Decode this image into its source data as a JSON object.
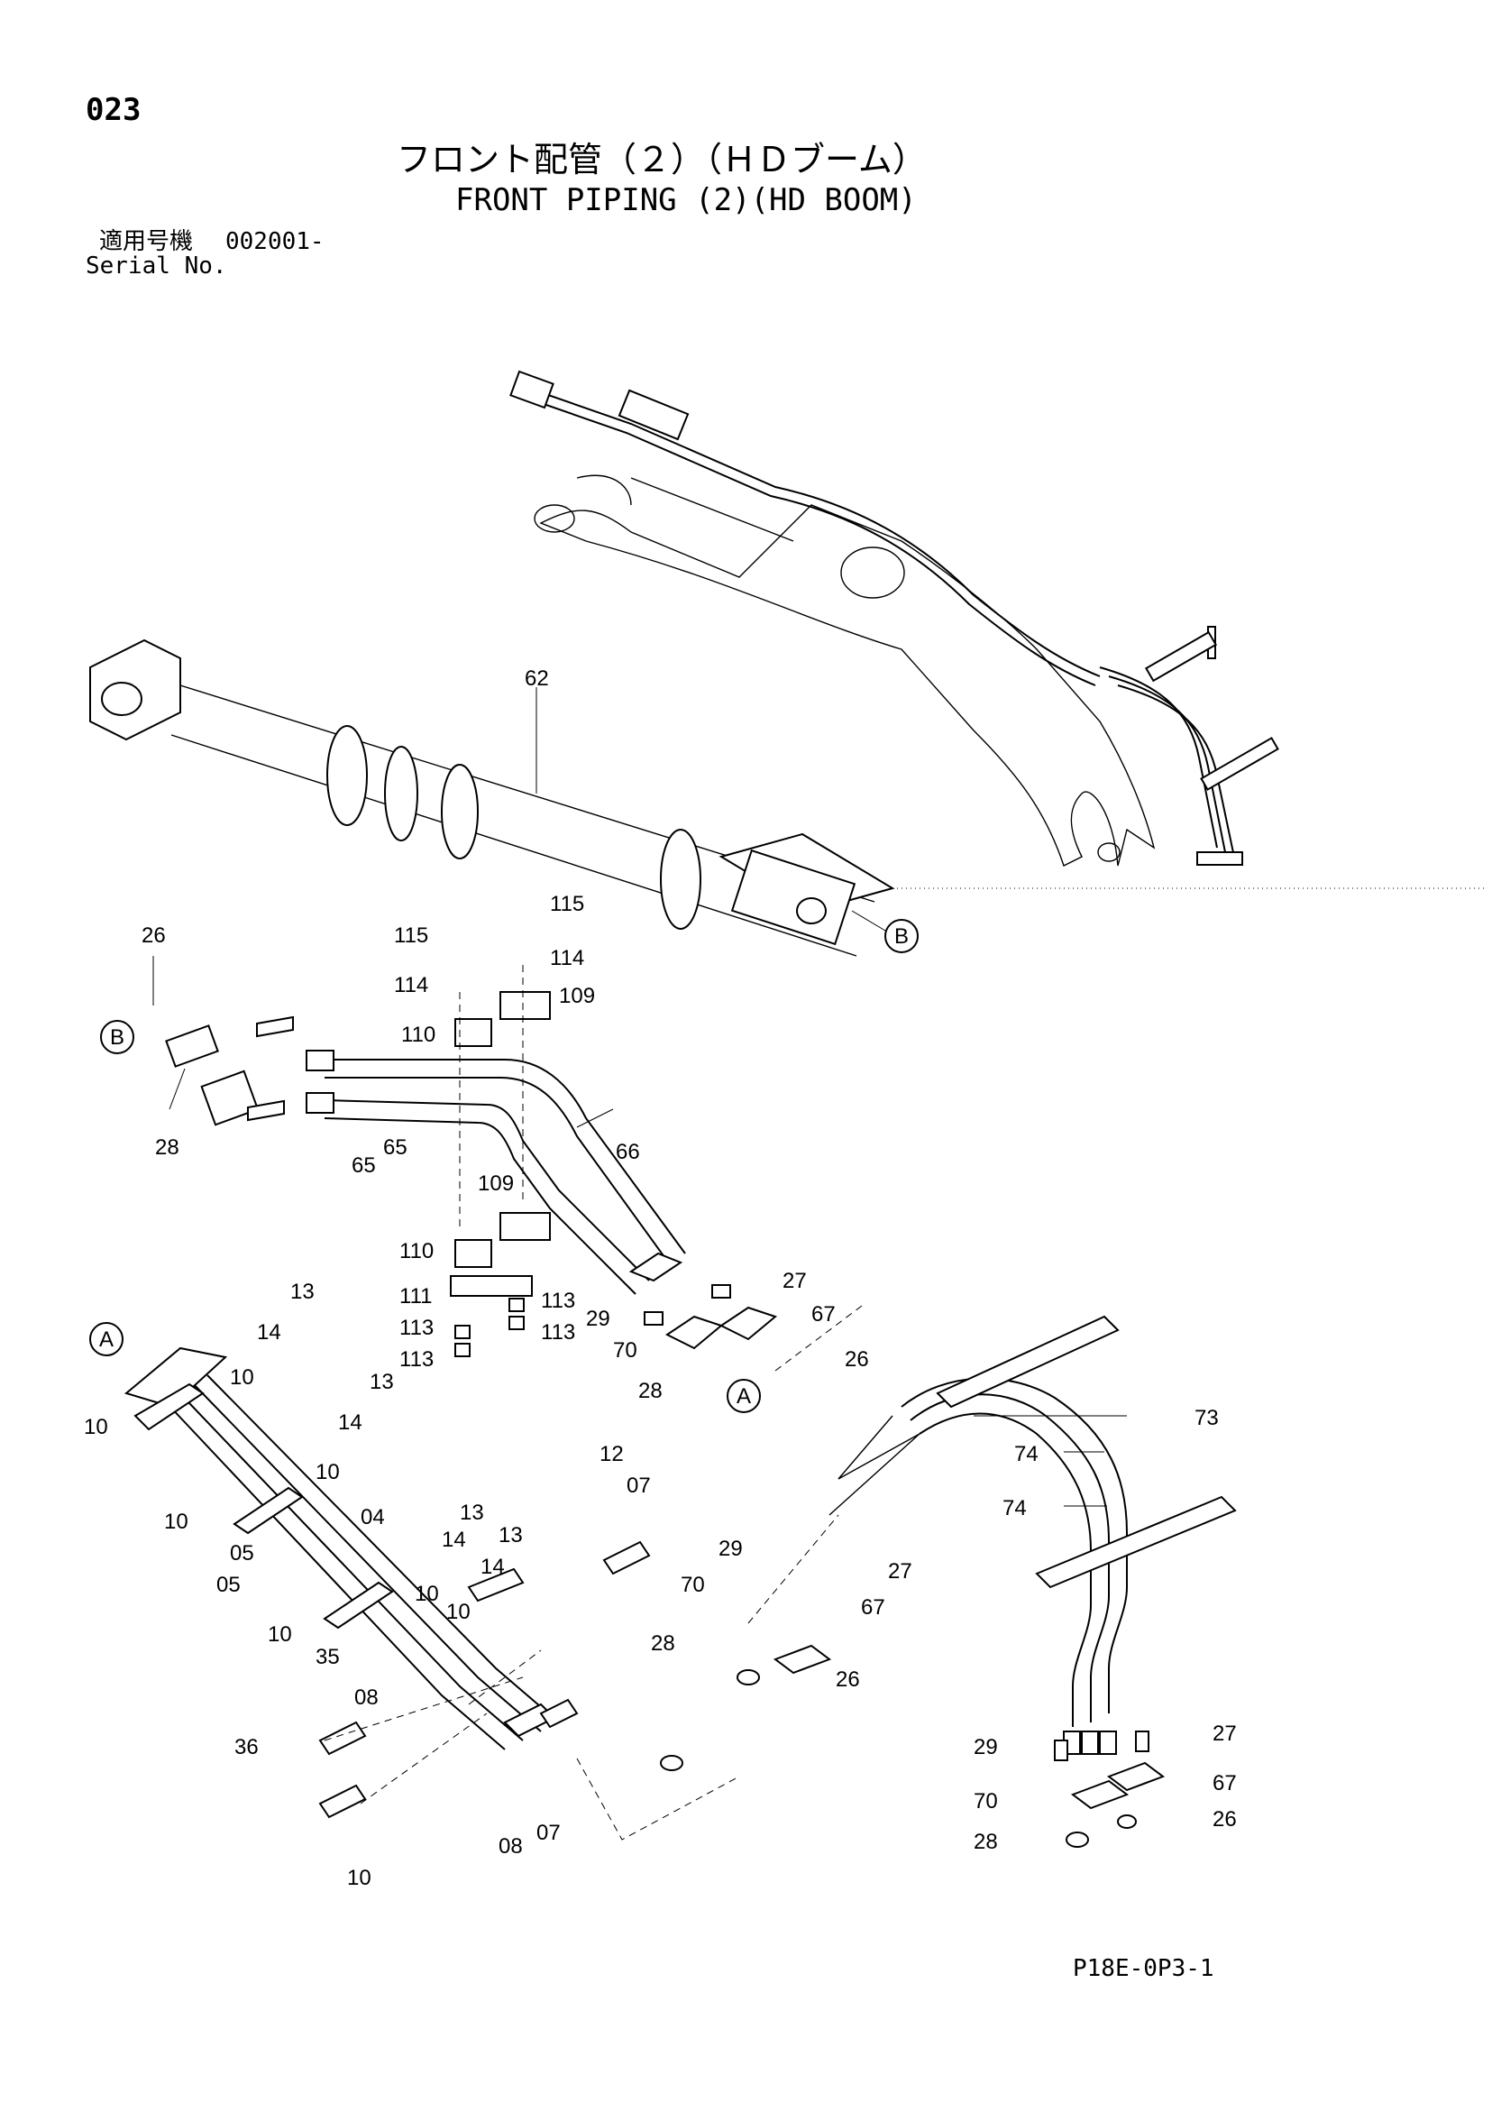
{
  "header": {
    "page_number": "023",
    "title_jp": "フロント配管（２）（ＨＤブーム）",
    "title_en": "FRONT PIPING (2)(HD BOOM)",
    "serial_label_jp": "適用号機",
    "serial_value": "002001-",
    "serial_label_en": "Serial No."
  },
  "footer": {
    "code": "P18E-0P3-1"
  },
  "callouts": {
    "c62": "62",
    "c115a": "115",
    "c115b": "115",
    "c114a": "114",
    "c114b": "114",
    "c109a": "109",
    "c110a": "110",
    "c26a": "26",
    "cB1": "B",
    "cB2": "B",
    "c28a": "28",
    "c65a": "65",
    "c65b": "65",
    "c66": "66",
    "c109b": "109",
    "c110b": "110",
    "c111": "111",
    "c113a": "113",
    "c113b": "113",
    "c113c": "113",
    "c113d": "113",
    "c13a": "13",
    "c14a": "14",
    "cA1": "A",
    "c10a": "10",
    "c10b": "10",
    "c13b": "13",
    "c14b": "14",
    "c10c": "10",
    "c10d": "10",
    "c04": "04",
    "c05a": "05",
    "c05b": "05",
    "c13c": "13",
    "c14c": "14",
    "c10e": "10",
    "c10f": "10",
    "c35": "35",
    "c36": "36",
    "c08a": "08",
    "c10g": "10",
    "c12": "12",
    "c07a": "07",
    "c13d": "13",
    "c14d": "14",
    "c10h": "10",
    "c08b": "08",
    "c07b": "07",
    "c27a": "27",
    "c67a": "67",
    "c29a": "29",
    "c70a": "70",
    "c26b": "26",
    "c28b": "28",
    "cA2": "A",
    "c29b": "29",
    "c70b": "70",
    "c27b": "27",
    "c67b": "67",
    "c28c": "28",
    "c26c": "26",
    "c73": "73",
    "c74a": "74",
    "c74b": "74",
    "c29c": "29",
    "c27c": "27",
    "c70c": "70",
    "c67c": "67",
    "c28d": "28",
    "c26d": "26"
  }
}
